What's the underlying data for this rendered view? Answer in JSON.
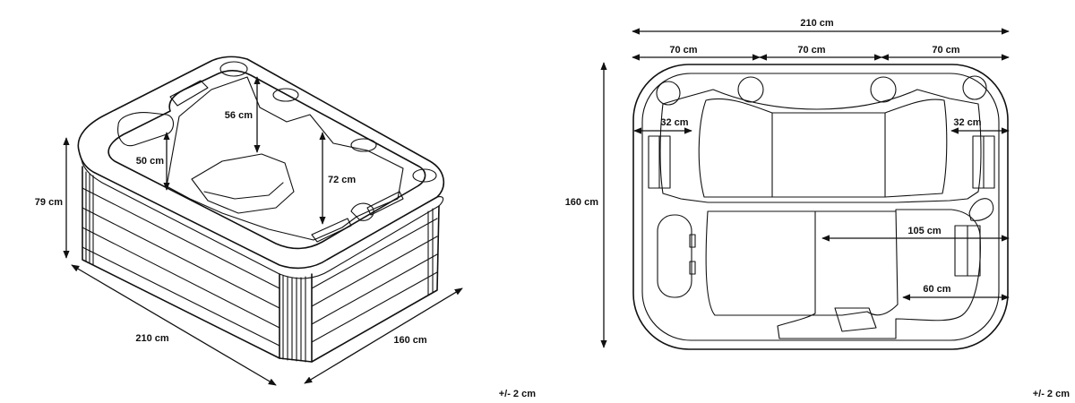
{
  "perspective_view": {
    "height_label": "79 cm",
    "length_label": "210 cm",
    "width_label": "160 cm",
    "seat_depth_label": "56 cm",
    "lounger_depth_label": "50 cm",
    "tub_depth_label": "72 cm",
    "tolerance": "+/- 2 cm"
  },
  "top_view": {
    "total_length_label": "210 cm",
    "section_labels": [
      "70 cm",
      "70 cm",
      "70 cm"
    ],
    "width_label": "160 cm",
    "headrest_left_label": "32 cm",
    "headrest_right_label": "32 cm",
    "lounger_length_label": "105 cm",
    "seat_width_label": "60 cm",
    "tolerance": "+/- 2 cm"
  }
}
